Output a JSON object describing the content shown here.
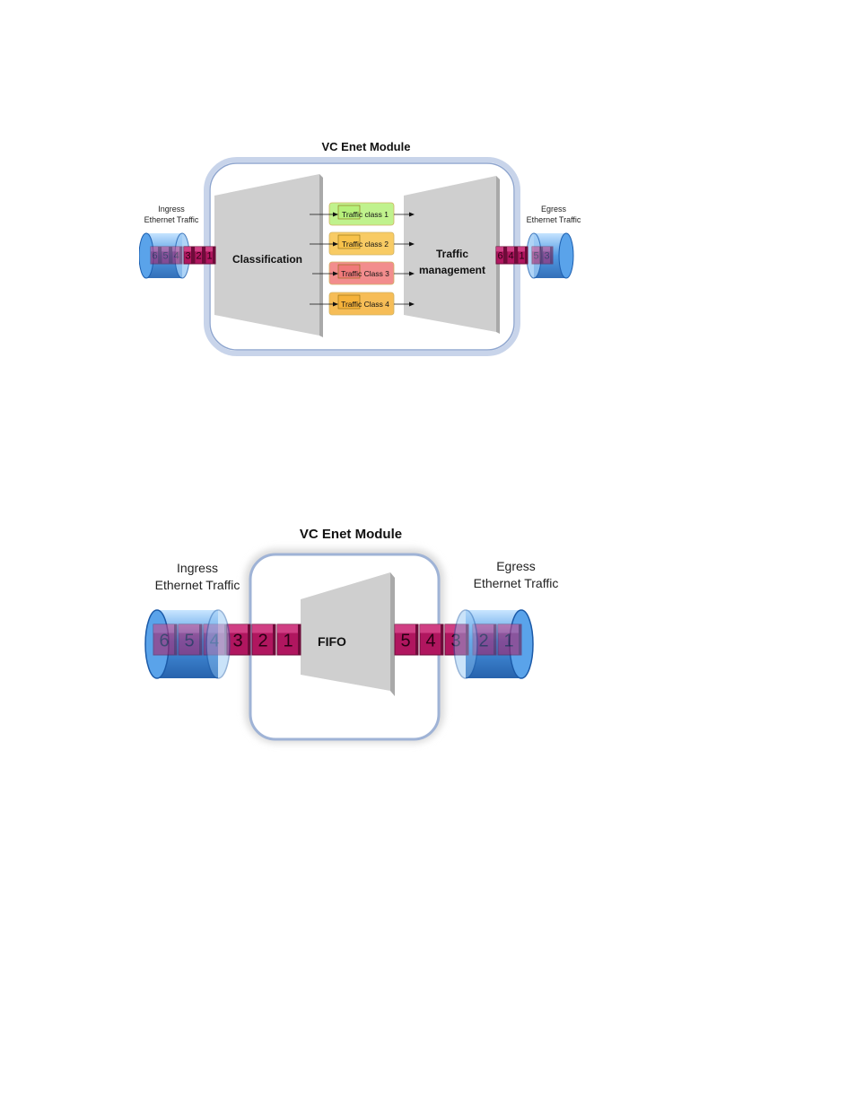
{
  "diagram1": {
    "title": "VC Enet Module",
    "ingress_label_line1": "Ingress",
    "ingress_label_line2": "Ethernet Traffic",
    "egress_label_line1": "Egress",
    "egress_label_line2": "Ethernet Traffic",
    "classification_label": "Classification",
    "traffic_mgmt_line1": "Traffic",
    "traffic_mgmt_line2": "management",
    "classes": [
      {
        "label": "Traffic class 1",
        "color": "#b6f07a"
      },
      {
        "label": "Traffic class 2",
        "color": "#f7c24a"
      },
      {
        "label": "Traffic Class 3",
        "color": "#f07a7a"
      },
      {
        "label": "Traffic Class 4",
        "color": "#f5b23a"
      }
    ],
    "ingress_packets_in_pipe": [
      "6",
      "5",
      "4"
    ],
    "ingress_packets_out": [
      "3",
      "2",
      "1"
    ],
    "egress_packets_out": [
      "6",
      "4",
      "1"
    ],
    "egress_packets_in_pipe": [
      "5",
      "3"
    ]
  },
  "diagram2": {
    "title": "VC Enet Module",
    "ingress_label_line1": "Ingress",
    "ingress_label_line2": "Ethernet Traffic",
    "egress_label_line1": "Egress",
    "egress_label_line2": "Ethernet Traffic",
    "fifo_label": "FIFO",
    "ingress_packets_in_pipe": [
      "6",
      "5",
      "4"
    ],
    "ingress_packets_out": [
      "3",
      "2",
      "1"
    ],
    "egress_packets_out": [
      "5",
      "4",
      "3"
    ],
    "egress_packets_in_pipe": [
      "2",
      "1"
    ]
  },
  "colors": {
    "packet": "#b0165f",
    "packet_dark": "#6e0c3a",
    "pipe": "#3f8fe0",
    "module_border": "#9fb3d6",
    "block": "#cfcfcf"
  }
}
